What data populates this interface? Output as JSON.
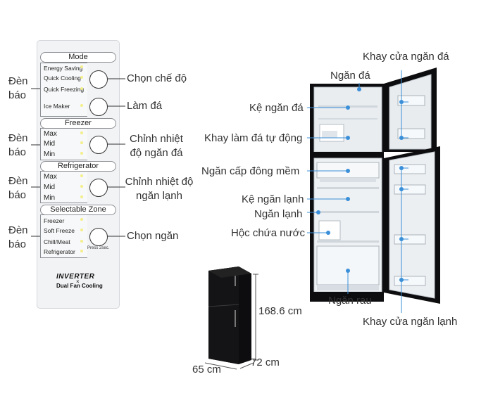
{
  "panel": {
    "sections": [
      {
        "title": "Mode",
        "items": [
          "Energy Saving",
          "Quick Cooling",
          "Quick Freezing"
        ]
      },
      {
        "title": "Freezer",
        "items": [
          "Max",
          "Mid",
          "Min"
        ]
      },
      {
        "title": "Refrigerator",
        "items": [
          "Max",
          "Mid",
          "Min"
        ]
      },
      {
        "title": "Selectable Zone",
        "items": [
          "Freezer",
          "Soft Freeze",
          "Chill/Meat",
          "Refrigerator"
        ]
      }
    ],
    "ice_maker": "Ice Maker",
    "press_hint": "Press 2sec.",
    "logo_inverter": "INVERTER",
    "logo_x": "×",
    "logo_fan": "Dual Fan Cooling"
  },
  "left_labels": {
    "indicator": "Đèn báo"
  },
  "right_labels": {
    "mode_select": "Chọn chế độ",
    "make_ice": "Làm đá",
    "freezer_temp": "Chỉnh nhiệt độ ngăn đá",
    "fridge_temp": "Chỉnh nhiệt độ ngăn lạnh",
    "zone_select": "Chọn ngăn"
  },
  "fridge_labels": {
    "freezer_door_tray": "Khay cửa ngăn đá",
    "freezer_compartment": "Ngăn đá",
    "freezer_shelf": "Kệ ngăn đá",
    "auto_ice_tray": "Khay làm đá tự động",
    "soft_freeze": "Ngăn cấp đông mềm",
    "fridge_shelf": "Kệ ngăn lạnh",
    "fridge_compartment": "Ngăn lạnh",
    "water_tank": "Hộc chứa nước",
    "vegetable_drawer": "Ngăn rau",
    "fridge_door_tray": "Khay cửa ngăn lạnh"
  },
  "dimensions": {
    "height": "168.6 cm",
    "width": "65 cm",
    "depth": "72 cm"
  },
  "colors": {
    "pointer_blue": "#3a8fd9",
    "fridge_body": "#0d0d0f",
    "panel_bg": "#f2f3f5",
    "led_yellow": "#f4ef8a"
  }
}
